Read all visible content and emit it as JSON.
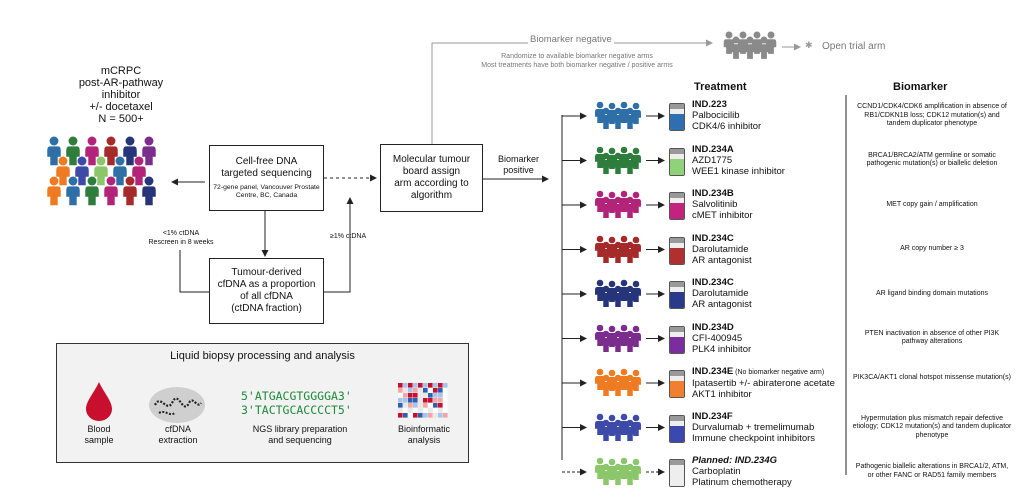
{
  "population": {
    "lines": [
      "mCRPC",
      "post-AR-pathway",
      "inhibitor",
      "+/- docetaxel",
      "N = 500+"
    ]
  },
  "cfdna_box": {
    "title_lines": [
      "Cell-free DNA",
      "targeted sequencing"
    ],
    "sub": "72-gene panel, Vancouver Prostate Centre, BC, Canada"
  },
  "fraction_box": {
    "lines": [
      "Tumour-derived",
      "cfDNA as a proportion",
      "of all cfDNA",
      "(ctDNA fraction)"
    ]
  },
  "board_box": {
    "lines": [
      "Molecular tumour",
      "board assign",
      "arm according to",
      "algorithm"
    ]
  },
  "low_ctdna": {
    "line1": "<1% ctDNA",
    "line2": "Rescreen in 8 weeks"
  },
  "high_ctdna": "≥1% ctDNA",
  "biomarker_positive": {
    "line1": "Biomarker",
    "line2": "positive"
  },
  "biomarker_negative": {
    "title": "Biomarker negative",
    "line1": "Randomize to available biomarker negative arms",
    "line2": "Most treatments have both biomarker negative / positive arms"
  },
  "open_arm": "Open trial arm",
  "headers": {
    "treatment": "Treatment",
    "biomarker": "Biomarker"
  },
  "arms": [
    {
      "id": "IND.223",
      "drug": "Palbocicilib",
      "cls": "CDK4/6 inhibitor",
      "color": "#2e6fa8",
      "vial": "#2f6fb0",
      "biomarker": "CCND1/CDK4/CDK6 amplification in absence of RB1/CDKN1B loss; CDK12 mutation(s) and tandem duplicator phenotype"
    },
    {
      "id": "IND.234A",
      "drug": "AZD1775",
      "cls": "WEE1 kinase inhibitor",
      "color": "#2e7d3c",
      "vial": "#8fd27a",
      "biomarker": "BRCA1/BRCA2/ATM germline or somatic pathogenic mutation(s) or biallelic deletion"
    },
    {
      "id": "IND.234B",
      "drug": "Salvolitinib",
      "cls": "cMET inhibitor",
      "color": "#b2247a",
      "vial": "#c2237e",
      "biomarker": "MET copy gain / amplification"
    },
    {
      "id": "IND.234C",
      "drug": "Darolutamide",
      "cls": "AR antagonist",
      "color": "#a52a2a",
      "vial": "#b03030",
      "biomarker": "AR copy number ≥ 3"
    },
    {
      "id": "IND.234C",
      "drug": "Darolutamide",
      "cls": "AR antagonist",
      "color": "#26357a",
      "vial": "#2a3a8a",
      "biomarker": "AR ligand binding domain mutations"
    },
    {
      "id": "IND.234D",
      "drug": "CFI-400945",
      "cls": "PLK4 inhibitor",
      "color": "#7b2d8e",
      "vial": "#7b2d9e",
      "biomarker": "PTEN inactivation in absence of other PI3K pathway alterations"
    },
    {
      "id": "IND.234E",
      "note": "(No biomarker negative arm)",
      "drug": "Ipatasertib +/- abiraterone acetate",
      "cls": "AKT1 inhibitor",
      "color": "#ee7a22",
      "vial": "#f08030",
      "biomarker": "PIK3CA/AKT1 clonal hotspot missense mutation(s)"
    },
    {
      "id": "IND.234F",
      "drug": "Durvalumab + tremelimumab",
      "cls": "Immune checkpoint inhibitors",
      "color": "#3e4aa8",
      "vial": "#3a48b0",
      "biomarker": "Hypermutation plus mismatch repair defective etiology; CDK12 mutation(s) and tandem duplicator phenotype"
    },
    {
      "id": "Planned: IND.234G",
      "drug": "Carboplatin",
      "cls": "Platinum chemotherapy",
      "color": "#8bc66b",
      "vial": "#eeeeee",
      "biomarker": "Pathogenic biallelic alterations in BRCA1/2, ATM, or other FANC or RAD51 family members"
    }
  ],
  "liquid": {
    "title": "Liquid biopsy processing and analysis",
    "blood": [
      "Blood",
      "sample"
    ],
    "extract": [
      "cfDNA",
      "extraction"
    ],
    "seq1": "5'ATGACGTGGGGA3'",
    "seq2": "3'TACTGCACCCCT5'",
    "ngs": [
      "NGS library preparation",
      "and sequencing"
    ],
    "bio": [
      "Bioinformatic",
      "analysis"
    ]
  },
  "colors": {
    "accent": "#c8102e",
    "grey_people": "#8a8a8a",
    "seq_text": "#1e8a3a"
  }
}
